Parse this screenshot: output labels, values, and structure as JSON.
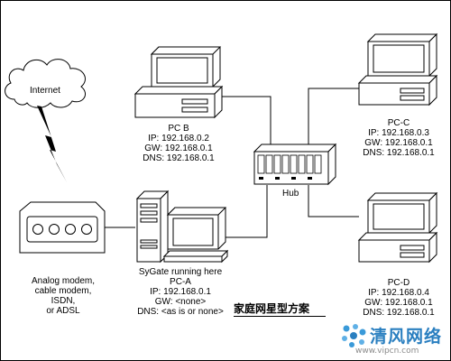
{
  "cloud_label": "Internet",
  "hub_label": "Hub",
  "modem_lines": [
    "Analog modem,",
    "cable modem,",
    "ISDN,",
    "or ADSL"
  ],
  "pcb": {
    "name": "PC B",
    "ip": "IP: 192.168.0.2",
    "gw": "GW: 192.168.0.1",
    "dns": "DNS: 192.168.0.1"
  },
  "pcc": {
    "name": "PC-C",
    "ip": "IP: 192.168.0.3",
    "gw": "GW: 192.168.0.1",
    "dns": "DNS: 192.168.0.1"
  },
  "pcd": {
    "name": "PC-D",
    "ip": "IP: 192.168.0.4",
    "gw": "GW: 192.168.0.1",
    "dns": "DNS: 192.168.0.1"
  },
  "pca": {
    "note": "SyGate running here",
    "name": "PC-A",
    "ip": "IP: 192.168.0.1",
    "gw": "GW: <none>",
    "dns": "DNS: <as is or none>"
  },
  "title_cn": "家庭网星型方案",
  "watermark": {
    "text": "清风网络",
    "url": "www.vipcn.com"
  }
}
